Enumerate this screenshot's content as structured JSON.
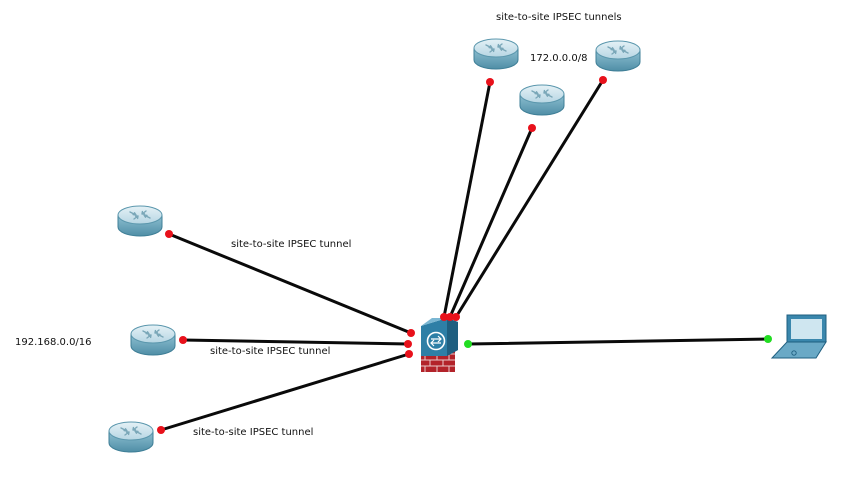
{
  "labels": {
    "tunnels_top": "site-to-site IPSEC tunnels",
    "subnet_remote": "172.0.0.0/8",
    "tunnel_upper_left": "site-to-site IPSEC tunnel",
    "subnet_local": "192.168.0.0/16",
    "tunnel_middle_left": "site-to-site IPSEC tunnel",
    "tunnel_lower_left": "site-to-site IPSEC tunnel"
  },
  "colors": {
    "link": "#0a0a0a",
    "port_down": "#e8111b",
    "port_up": "#22dd22",
    "router_body": "#6fa9bd",
    "router_top": "#c9e0ea",
    "firewall_blue": "#2e7fa6",
    "firewall_brick": "#b3232a",
    "laptop": "#3a87ad"
  },
  "devices": {
    "routers": [
      "router-top-left",
      "router-top-middle",
      "router-top-right",
      "router-left-upper",
      "router-left-middle",
      "router-left-lower"
    ],
    "firewall": "asa-firewall",
    "laptop": "laptop"
  }
}
